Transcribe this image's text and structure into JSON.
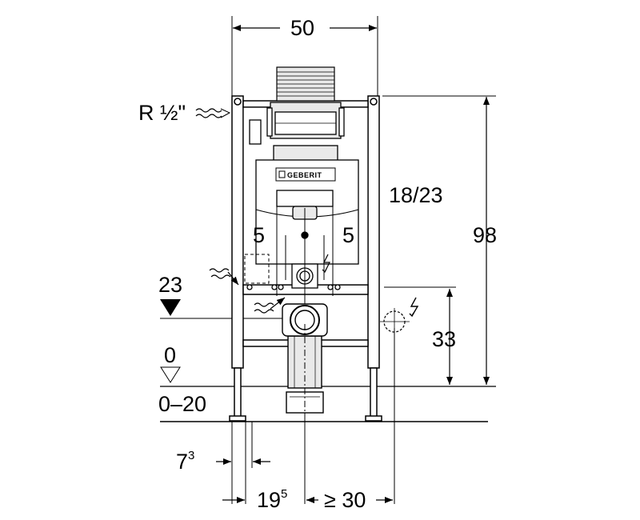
{
  "dimensions": {
    "width_top": "50",
    "connection": "R ½\"",
    "flush_plate": "18/23",
    "offset_left": "5",
    "offset_right": "5",
    "height_right": "98",
    "water_level": "23",
    "height_power": "33",
    "floor_zero": "0",
    "floor_range": "0–20",
    "depth_base": "7",
    "depth_sup": "3",
    "depth2_base": "19",
    "depth2_sup": "5",
    "min_distance": "≥ 30"
  },
  "brand": {
    "logo_text": "GEBERIT"
  },
  "colors": {
    "line": "#000000",
    "panel_fill": "#e9e9e9",
    "frame_fill": "#ffffff"
  }
}
